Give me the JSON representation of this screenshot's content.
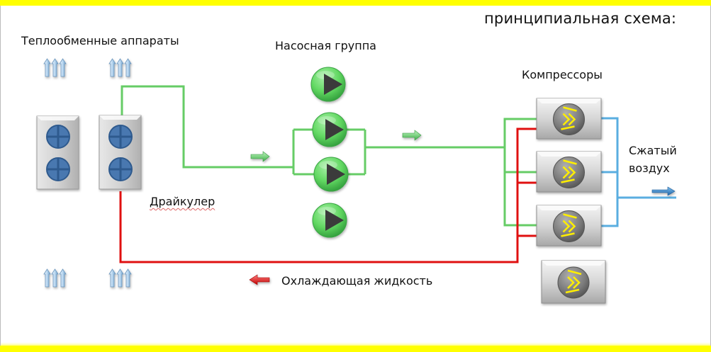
{
  "title": "принципиальная схема:",
  "labels": {
    "heat_exchangers": "Теплообменные аппараты",
    "pump_group": "Насосная группа",
    "compressors": "Компрессоры",
    "compressed_air_line1": "Сжатый",
    "compressed_air_line2": "воздух",
    "drycooler": "Драйкулер",
    "coolant": "Охлаждающая жидкость"
  },
  "colors": {
    "frame_bar": "#ffff00",
    "supply_line": "#66cc66",
    "return_line": "#e01010",
    "air_line": "#5aaee0",
    "fan_blue": "#4a78b0",
    "pump_green": "#6edc6e",
    "compressor_symbol": "#ffee00"
  },
  "components": {
    "heat_exchangers": [
      {
        "id": "hx-1",
        "fans": 2
      },
      {
        "id": "hx-2",
        "fans": 2,
        "role": "drycooler"
      }
    ],
    "pumps": [
      {
        "id": "pump-1",
        "connected": false
      },
      {
        "id": "pump-2",
        "connected": true
      },
      {
        "id": "pump-3",
        "connected": true
      },
      {
        "id": "pump-4",
        "connected": false
      }
    ],
    "compressors": [
      {
        "id": "comp-1",
        "connected": true
      },
      {
        "id": "comp-2",
        "connected": true
      },
      {
        "id": "comp-3",
        "connected": true
      },
      {
        "id": "comp-4",
        "connected": false
      }
    ],
    "airflow_arrow_groups": 4,
    "flow_arrows": [
      "supply-right-1",
      "supply-right-2",
      "coolant-left",
      "air-right"
    ]
  }
}
